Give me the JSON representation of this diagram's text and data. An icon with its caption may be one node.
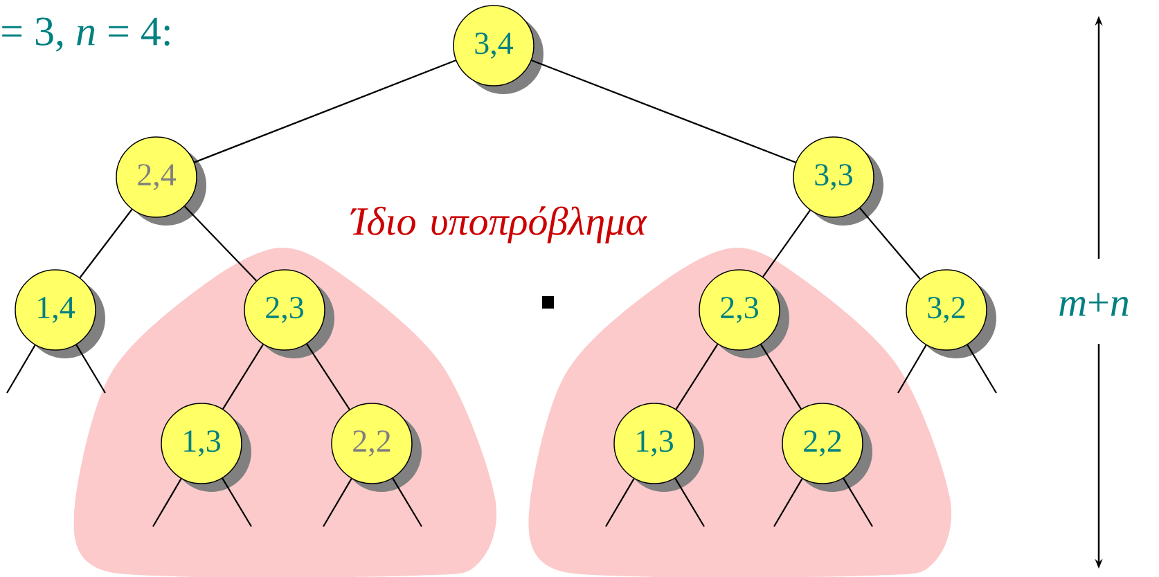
{
  "diagram": {
    "nodes": [
      {
        "text": [
          "3,4"
        ]
      },
      {
        "text": [
          "2,4"
        ]
      },
      {
        "text": [
          "3,3"
        ]
      },
      {
        "text": [
          "1,4"
        ]
      },
      {
        "text": [
          "2,3"
        ]
      },
      {
        "text": [
          "2,3"
        ]
      },
      {
        "text": [
          "3,2"
        ]
      },
      {
        "text": [
          "1,3"
        ]
      },
      {
        "text": [
          "2,2"
        ]
      },
      {
        "text": [
          "1,3"
        ]
      },
      {
        "text": [
          "2,2"
        ]
      },
      {
        "text": [
          "Ίδιο υποπρόβλημα"
        ]
      }
    ],
    "edges": [
      {
        "from": 0,
        "to": 1,
        "arrow": "none"
      },
      {
        "from": 0,
        "to": 2,
        "arrow": "none"
      },
      {
        "from": 1,
        "to": 3,
        "arrow": "none"
      },
      {
        "from": 1,
        "to": 4,
        "arrow": "none"
      },
      {
        "from": 2,
        "to": 5,
        "arrow": "none"
      },
      {
        "from": 2,
        "to": 6,
        "arrow": "none"
      },
      {
        "from": 4,
        "to": 7,
        "arrow": "none"
      },
      {
        "from": 4,
        "to": 8,
        "arrow": "none"
      },
      {
        "from": 5,
        "to": 9,
        "arrow": "none"
      },
      {
        "from": 5,
        "to": 10,
        "arrow": "none"
      },
      {
        "from": 3,
        "to": null,
        "arrow": "none"
      },
      {
        "from": 3,
        "to": null,
        "arrow": "none"
      },
      {
        "from": 7,
        "to": null,
        "arrow": "none"
      },
      {
        "from": 7,
        "to": null,
        "arrow": "none"
      },
      {
        "from": 8,
        "to": null,
        "arrow": "none"
      },
      {
        "from": 8,
        "to": null,
        "arrow": "none"
      },
      {
        "from": 9,
        "to": null,
        "arrow": "none"
      },
      {
        "from": 9,
        "to": null,
        "arrow": "none"
      },
      {
        "from": 10,
        "to": null,
        "arrow": "none"
      },
      {
        "from": 10,
        "to": null,
        "arrow": "none"
      },
      {
        "from": 6,
        "to": null,
        "arrow": "none"
      },
      {
        "from": 6,
        "to": null,
        "arrow": "none"
      }
    ],
    "labels": [
      "= 3, *n* = 4:",
      "*m*+*n*"
    ]
  }
}
